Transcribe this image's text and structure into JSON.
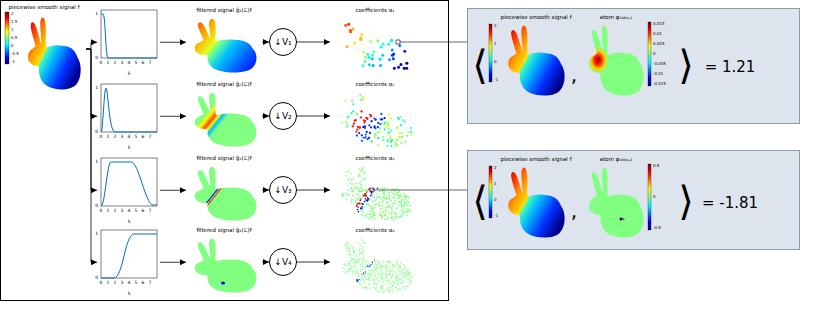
{
  "diagram": {
    "nodes": [
      {
        "text": [
          "piecewise smooth signal f"
        ]
      },
      {
        "text": [
          "λ"
        ]
      },
      {
        "text": [
          "λ"
        ]
      },
      {
        "text": [
          "λ"
        ]
      },
      {
        "text": [
          "λ"
        ]
      },
      {
        "text": [
          "filtered signal ĝ₁(ℒ)f"
        ]
      },
      {
        "text": [
          "filtered signal ĝ₂(ℒ)f"
        ]
      },
      {
        "text": [
          "filtered signal ĝ₃(ℒ)f"
        ]
      },
      {
        "text": [
          "filtered signal ĝ₄(ℒ)f"
        ]
      },
      {
        "text": [
          "↓V₁"
        ]
      },
      {
        "text": [
          "↓V₂"
        ]
      },
      {
        "text": [
          "↓V₃"
        ]
      },
      {
        "text": [
          "↓V₄"
        ]
      },
      {
        "text": [
          "coefficients α₁"
        ]
      },
      {
        "text": [
          "coefficients α₂"
        ]
      },
      {
        "text": [
          "coefficients α₃"
        ]
      },
      {
        "text": [
          "coefficients α₄"
        ]
      },
      {
        "text": [
          "⟨",
          "piecewise smooth signal f",
          ",",
          "atom φ₁₀₆₄,₁",
          "⟩",
          "= 1.21"
        ]
      },
      {
        "text": [
          "⟨",
          "piecewise smooth signal f",
          ",",
          "atom φ₁₆₉₄,₃",
          "⟩",
          "= -1.81"
        ]
      }
    ],
    "edges": [
      {
        "from": 0,
        "to": 1,
        "arrow": "to"
      },
      {
        "from": 0,
        "to": 2,
        "arrow": "to"
      },
      {
        "from": 0,
        "to": 3,
        "arrow": "to"
      },
      {
        "from": 0,
        "to": 4,
        "arrow": "to"
      },
      {
        "from": 1,
        "to": 5,
        "arrow": "to"
      },
      {
        "from": 2,
        "to": 6,
        "arrow": "to"
      },
      {
        "from": 3,
        "to": 7,
        "arrow": "to"
      },
      {
        "from": 4,
        "to": 8,
        "arrow": "to"
      },
      {
        "from": 5,
        "to": 9,
        "arrow": "to"
      },
      {
        "from": 6,
        "to": 10,
        "arrow": "to"
      },
      {
        "from": 7,
        "to": 11,
        "arrow": "to"
      },
      {
        "from": 8,
        "to": 12,
        "arrow": "to"
      },
      {
        "from": 9,
        "to": 13,
        "arrow": "to"
      },
      {
        "from": 10,
        "to": 14,
        "arrow": "to"
      },
      {
        "from": 11,
        "to": 15,
        "arrow": "to"
      },
      {
        "from": 12,
        "to": 16,
        "arrow": "to"
      },
      {
        "from": 13,
        "to": 17,
        "arrow": "none"
      },
      {
        "from": 15,
        "to": 18,
        "arrow": "none"
      }
    ],
    "labels": [
      "2",
      "1.5",
      "1",
      "0.5",
      "0",
      "-0.5",
      "-1",
      "0",
      "1",
      "2",
      "3",
      "4",
      "5",
      "6",
      "7",
      "0",
      "1",
      "0",
      "1",
      "2",
      "3",
      "4",
      "5",
      "6",
      "7",
      "0",
      "1",
      "0",
      "1",
      "2",
      "3",
      "4",
      "5",
      "6",
      "7",
      "0",
      "1",
      "0",
      "1",
      "2",
      "3",
      "4",
      "5",
      "6",
      "7",
      "0",
      "1",
      "2",
      "1",
      "0",
      "-1",
      "0.015",
      "0.01",
      "0.005",
      "0",
      "-0.005",
      "-0.01",
      "-0.015",
      "2",
      "1",
      "0",
      "-1",
      "0.5",
      "0",
      "-0.5"
    ]
  }
}
